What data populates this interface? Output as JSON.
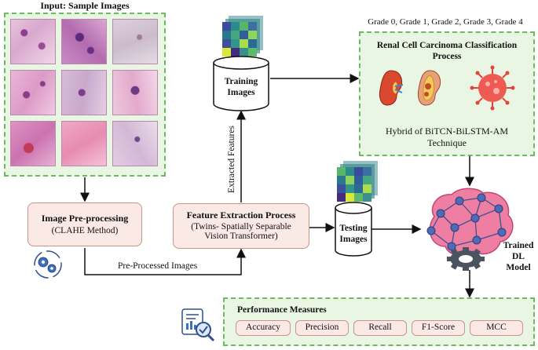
{
  "input_panel": {
    "title": "Input: Sample Images"
  },
  "preprocess": {
    "title": "Image Pre-processing",
    "subtitle": "(CLAHE Method)"
  },
  "preprocessed_label": "Pre-Processed Images",
  "feature_extraction": {
    "title": "Feature Extraction Process",
    "line2": "(Twins- Spatially Separable",
    "line3": "Vision Transformer)"
  },
  "extracted_features_label": "Extracted Features",
  "training_db": {
    "line1": "Training",
    "line2": "Images"
  },
  "testing_db": {
    "line1": "Testing",
    "line2": "Images"
  },
  "grades_label": "Grade 0, Grade 1, Grade 2, Grade 3, Grade 4",
  "classification": {
    "title_line1": "Renal Cell Carcinoma Classification",
    "title_line2": "Process",
    "technique_line1": "Hybrid of BiTCN-BiLSTM-AM",
    "technique_line2": "Technique"
  },
  "trained_model": {
    "line1": "Trained",
    "line2": "DL",
    "line3": "Model"
  },
  "performance": {
    "title": "Performance Measures",
    "metrics": [
      "Accuracy",
      "Precision",
      "Recall",
      "F1-Score",
      "MCC"
    ]
  },
  "icons": [
    "gears-icon",
    "kidney-icon",
    "tumor-kidney-icon",
    "cancer-cell-icon",
    "brain-network-icon",
    "gear-icon",
    "report-magnifier-icon",
    "heatmap-icon",
    "database-icon"
  ],
  "colors": {
    "panel_green": "#eaf6e4",
    "panel_border": "#6dbb5f",
    "box_pink": "#fbe9e6",
    "brain": "#e8709a",
    "node_blue": "#5a72b8"
  }
}
